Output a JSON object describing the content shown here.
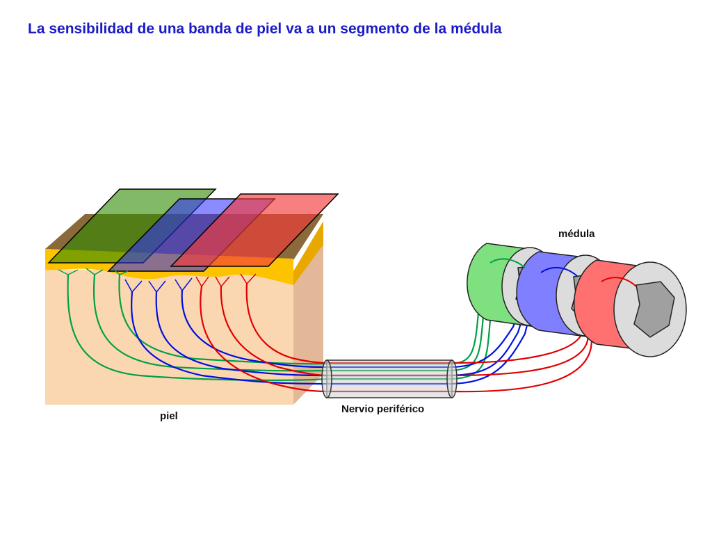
{
  "title": "La sensibilidad de una banda de piel va a un segmento de la médula",
  "labels": {
    "skin": "piel",
    "nerve": "Nervio periférico",
    "spinal_cord": "médula"
  },
  "colors": {
    "title": "#1a1ac8",
    "skin": "#fbd7b1",
    "skin_side": "#e3b899",
    "epidermis": "#fdc300",
    "band_green": "#2e8b00",
    "band_blue": "#2b2bff",
    "band_red": "#f23a3a",
    "fiber_green": "#00a046",
    "fiber_blue": "#0010e0",
    "fiber_red": "#e00000",
    "segment_green": "#7fe07f",
    "segment_blue": "#7f7fff",
    "segment_red": "#ff7070",
    "cord_gray": "#c8c8c8"
  }
}
